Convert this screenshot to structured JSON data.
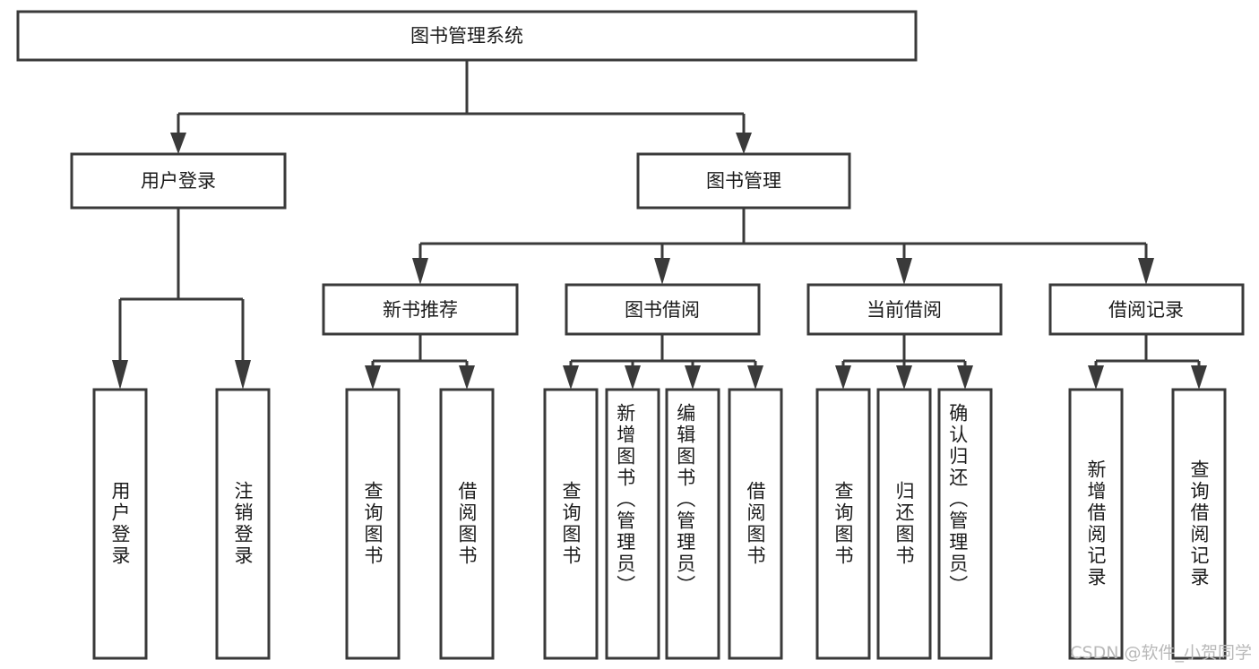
{
  "diagram": {
    "type": "tree-hierarchy-chart",
    "title": "图书管理系统",
    "background_color": "#ffffff",
    "line_color": "#3a3a3a",
    "text_color": "#1b1b1b",
    "root": {
      "label": "图书管理系统"
    },
    "level2": [
      {
        "id": "user-login",
        "label": "用户登录"
      },
      {
        "id": "book-manage",
        "label": "图书管理"
      }
    ],
    "level3": [
      {
        "id": "new-book-recommend",
        "label": "新书推荐",
        "parent": "book-manage"
      },
      {
        "id": "book-borrow",
        "label": "图书借阅",
        "parent": "book-manage"
      },
      {
        "id": "current-borrow",
        "label": "当前借阅",
        "parent": "book-manage"
      },
      {
        "id": "borrow-record",
        "label": "借阅记录",
        "parent": "book-manage"
      }
    ],
    "leaves": {
      "user-login": [
        {
          "id": "leaf-user-login",
          "label": "用户登录"
        },
        {
          "id": "leaf-user-logout",
          "label": "注销登录"
        }
      ],
      "new-book-recommend": [
        {
          "id": "leaf-query-book-1",
          "label": "查询图书"
        },
        {
          "id": "leaf-borrow-book-1",
          "label": "借阅图书"
        }
      ],
      "book-borrow": [
        {
          "id": "leaf-query-book-2",
          "label": "查询图书"
        },
        {
          "id": "leaf-add-book",
          "label": "新增图书（管理员）"
        },
        {
          "id": "leaf-edit-book",
          "label": "编辑图书（管理员）"
        },
        {
          "id": "leaf-borrow-book-2",
          "label": "借阅图书"
        }
      ],
      "current-borrow": [
        {
          "id": "leaf-query-book-3",
          "label": "查询图书"
        },
        {
          "id": "leaf-return-book",
          "label": "归还图书"
        },
        {
          "id": "leaf-confirm-return",
          "label": "确认归还（管理员）"
        }
      ],
      "borrow-record": [
        {
          "id": "leaf-add-record",
          "label": "新增借阅记录"
        },
        {
          "id": "leaf-query-record",
          "label": "查询借阅记录"
        }
      ]
    }
  },
  "watermark": {
    "label": "CSDN @软件_小贺同学"
  }
}
